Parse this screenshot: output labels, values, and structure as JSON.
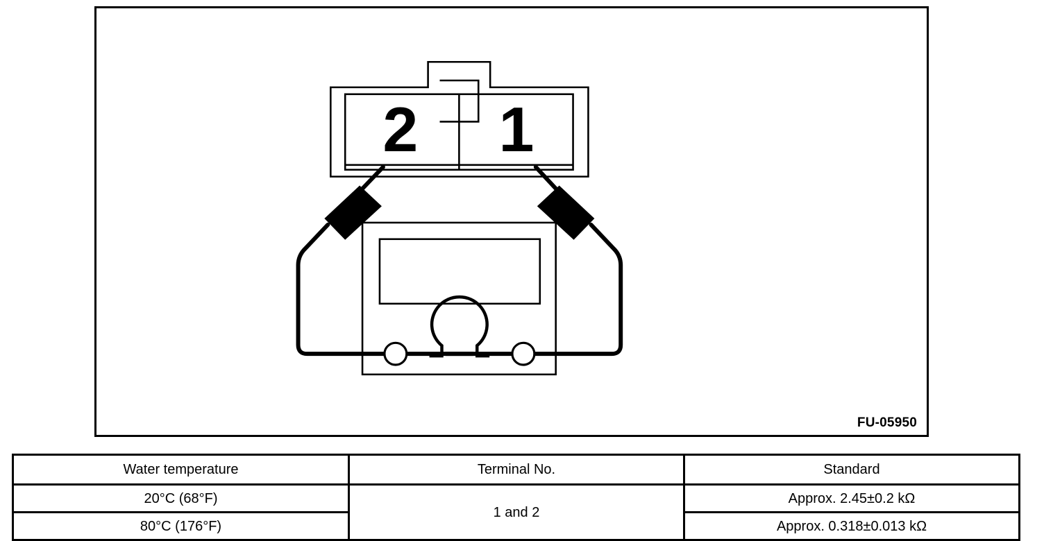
{
  "figure": {
    "code": "FU-05950",
    "connector": {
      "terminal_left_label": "2",
      "terminal_right_label": "1"
    },
    "meter": {
      "symbol": "Ω",
      "name": "ohmmeter"
    }
  },
  "table": {
    "headers": [
      "Water temperature",
      "Terminal No.",
      "Standard"
    ],
    "terminal_no": "1 and 2",
    "rows": [
      {
        "temperature": "20°C (68°F)",
        "standard": "Approx. 2.45±0.2 kΩ"
      },
      {
        "temperature": "80°C (176°F)",
        "standard": "Approx. 0.318±0.013 kΩ"
      }
    ]
  },
  "colors": {
    "line": "#000000",
    "background": "#ffffff"
  }
}
